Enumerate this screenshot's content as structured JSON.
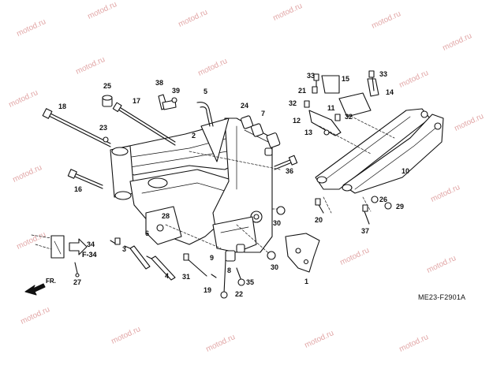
{
  "watermark_text": "motod.ru",
  "reference_code": "ME23-F2901A",
  "direction_arrow_label": "FR.",
  "cross_reference_label": "F-34",
  "callouts": [
    "1",
    "2",
    "3",
    "4",
    "5",
    "6",
    "7",
    "8",
    "9",
    "10",
    "11",
    "12",
    "13",
    "14",
    "15",
    "16",
    "17",
    "18",
    "19",
    "20",
    "21",
    "22",
    "23",
    "24",
    "25",
    "26",
    "27",
    "28",
    "29",
    "30",
    "30",
    "31",
    "32",
    "32",
    "33",
    "33",
    "34",
    "35",
    "36",
    "37",
    "38",
    "39"
  ]
}
